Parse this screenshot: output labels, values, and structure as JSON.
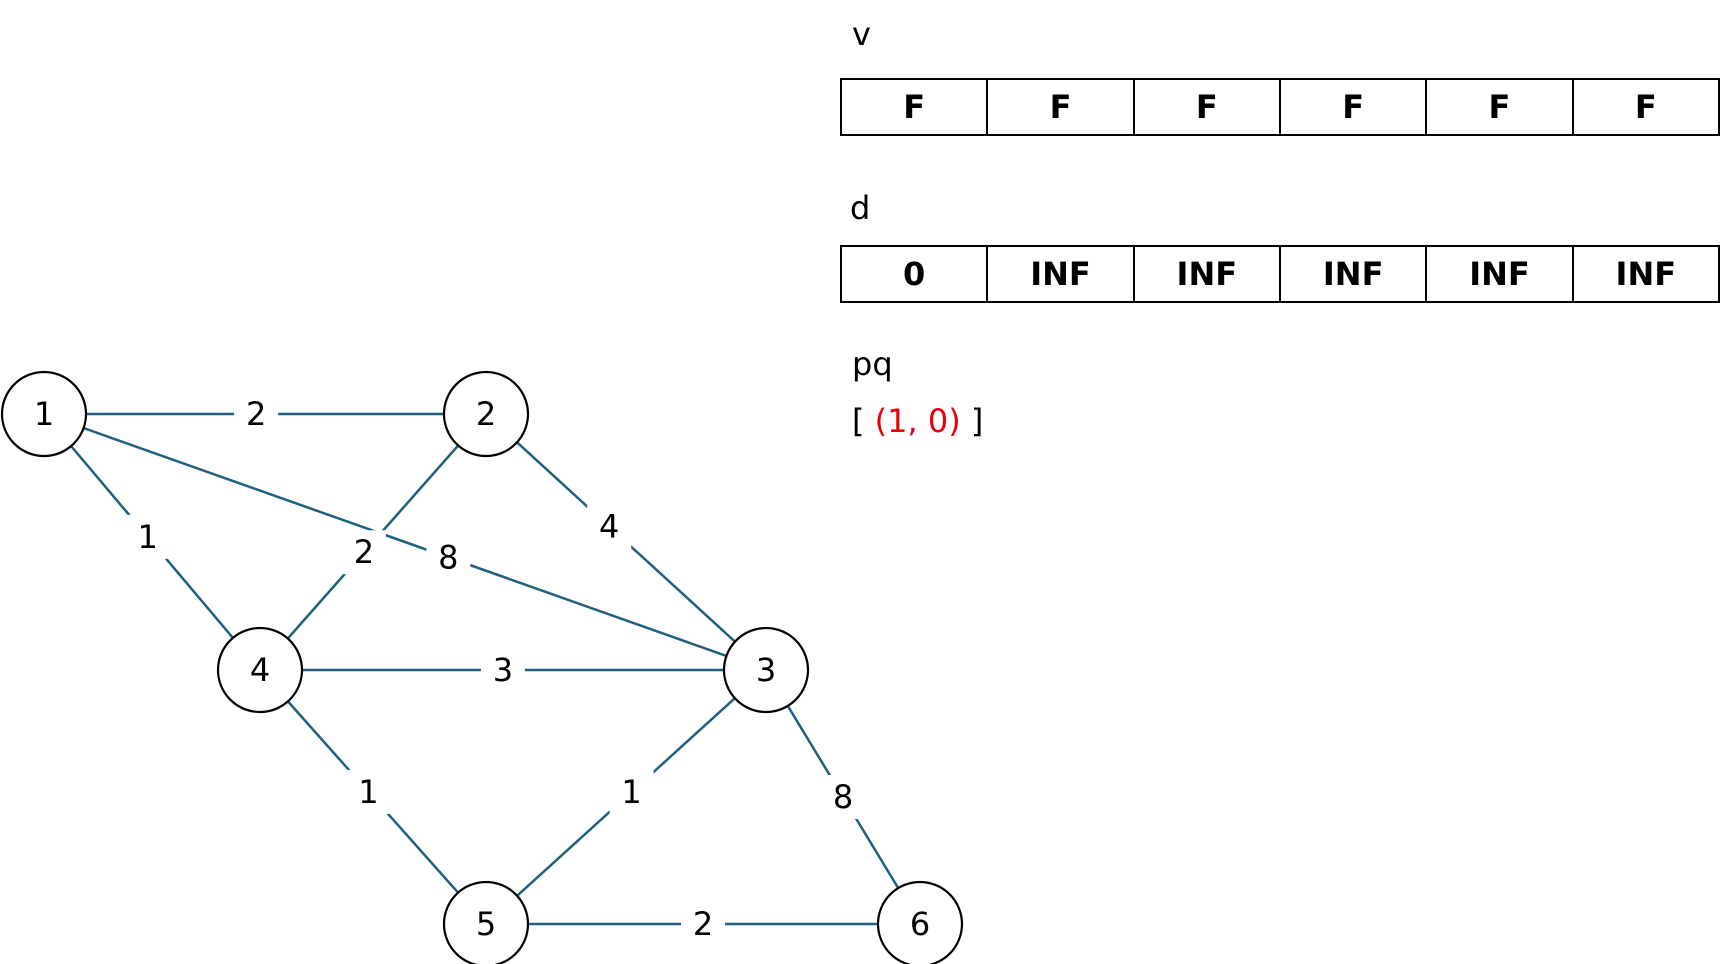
{
  "graph": {
    "nodes": [
      {
        "id": "1",
        "label": "1"
      },
      {
        "id": "2",
        "label": "2"
      },
      {
        "id": "3",
        "label": "3"
      },
      {
        "id": "4",
        "label": "4"
      },
      {
        "id": "5",
        "label": "5"
      },
      {
        "id": "6",
        "label": "6"
      }
    ],
    "edges": [
      {
        "from": "1",
        "to": "2",
        "weight": "2"
      },
      {
        "from": "1",
        "to": "4",
        "weight": "1"
      },
      {
        "from": "1",
        "to": "3",
        "weight": "8"
      },
      {
        "from": "2",
        "to": "4",
        "weight": "2"
      },
      {
        "from": "2",
        "to": "3",
        "weight": "4"
      },
      {
        "from": "4",
        "to": "3",
        "weight": "3"
      },
      {
        "from": "4",
        "to": "5",
        "weight": "1"
      },
      {
        "from": "5",
        "to": "3",
        "weight": "1"
      },
      {
        "from": "3",
        "to": "6",
        "weight": "8"
      },
      {
        "from": "5",
        "to": "6",
        "weight": "2"
      }
    ],
    "edge_color": "#1f5f7f"
  },
  "arrays": {
    "v": {
      "title": "v",
      "cells": [
        "F",
        "F",
        "F",
        "F",
        "F",
        "F"
      ]
    },
    "d": {
      "title": "d",
      "cells": [
        "0",
        "INF",
        "INF",
        "INF",
        "INF",
        "INF"
      ]
    }
  },
  "pq": {
    "title": "pq",
    "open": "[ ",
    "entries": [
      "(1, 0)"
    ],
    "close": " ]",
    "entry_color": "#e8000a"
  }
}
